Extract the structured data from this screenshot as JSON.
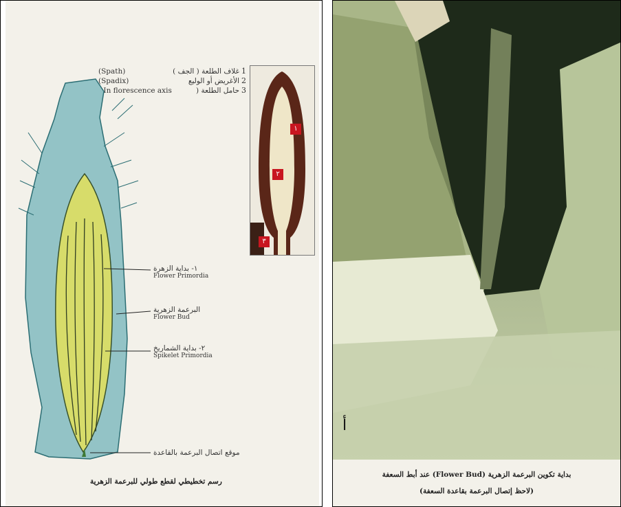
{
  "legend": [
    {
      "number": "1",
      "arabic": "غلاف الطلعة ( الجف )",
      "english": "(Spath)"
    },
    {
      "number": "2",
      "arabic": "الأغريض أو الوليع",
      "english": "(Spadix)"
    },
    {
      "number": "3",
      "arabic": "حامل الطلعة (",
      "english": "( In florescence axis"
    }
  ],
  "photo_markers": [
    "١",
    "٢",
    "٣"
  ],
  "labels": {
    "flower_primordia_ar": "١- بداية الزهرة",
    "flower_primordia_en": "Flower Primordia",
    "flower_bud_ar": "البرعمة الزهرية",
    "flower_bud_en": "Flower Bud",
    "spikelet_ar": "٢- بداية الشماريخ",
    "spikelet_en": "Spikelet Primordia",
    "base_ar": "موقع اتصال البرعمة بالقاعدة"
  },
  "left_caption": "رسم تخطيطي لقطع طولي للبرعمة الزهرية",
  "right": {
    "corner_letter": "أ",
    "caption_line1": "بداية تكوين البرعمة الزهرية (Flower Bud) عند أبط السعفة",
    "caption_line2": "(لاحظ إتصال البرعمة بقاعدة السعفة)"
  },
  "colors": {
    "sheath_blue": "#93c3c6",
    "bud_yellow": "#d7dc6a",
    "spadix_yellow": "#e4e67a",
    "marker_red": "#c81620"
  }
}
